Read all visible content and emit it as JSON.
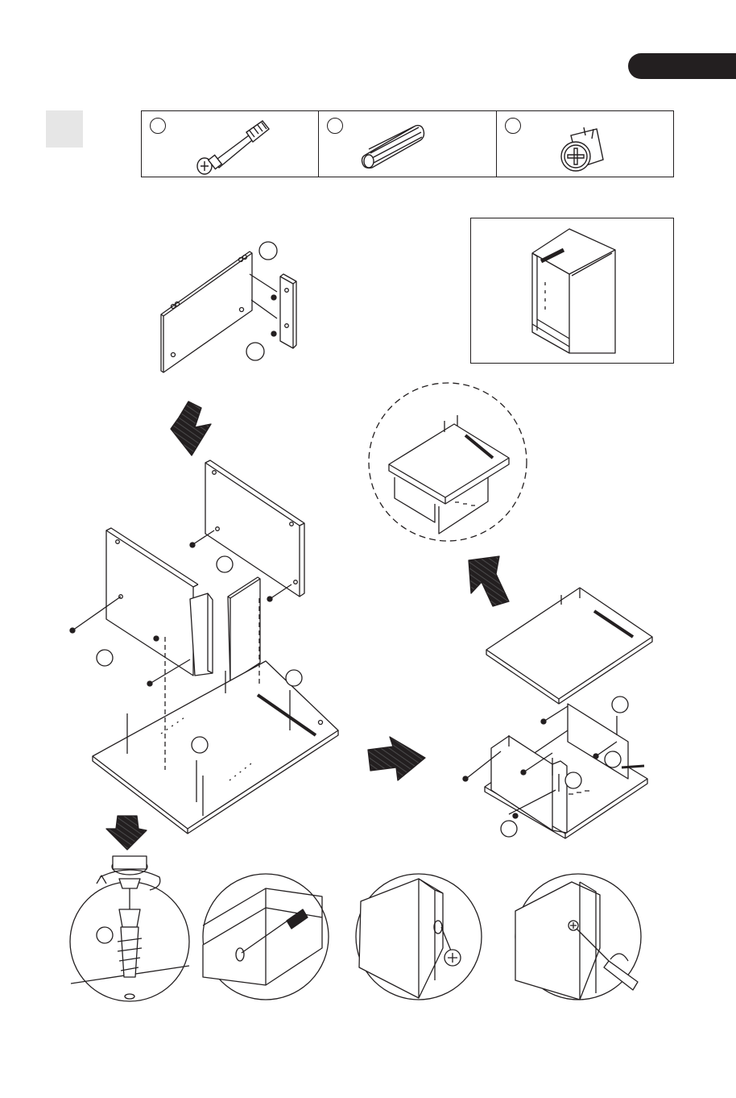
{
  "page": {
    "tab_color": "#231f20",
    "step_box_color": "#e6e6e6",
    "line_color": "#231f20"
  },
  "hardware": [
    {
      "name": "cam-bolt",
      "label": ""
    },
    {
      "name": "wood-dowel",
      "label": ""
    },
    {
      "name": "cam-lock",
      "label": ""
    }
  ],
  "callouts": {
    "step1_a": "",
    "step1_b": "",
    "panel_left": "",
    "panel_back": "",
    "rail": "",
    "bottom": "",
    "right_a": "",
    "right_b": "",
    "right_c": "",
    "right_d": "",
    "bolt_detail": ""
  }
}
